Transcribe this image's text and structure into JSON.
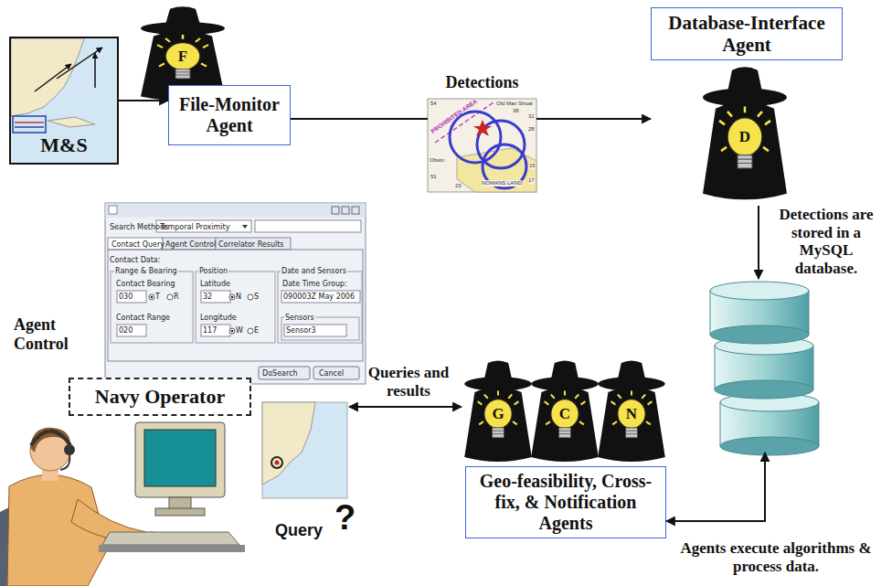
{
  "diagram": {
    "nodes": [
      {
        "text": [
          "M&S"
        ]
      },
      {
        "text": [
          "File-Monitor Agent"
        ]
      },
      {
        "text": [
          "Detections"
        ]
      },
      {
        "text": [
          "Database-Interface Agent"
        ]
      },
      {
        "text": [
          "Detections are stored in a MySQL database."
        ]
      },
      {
        "text": [
          "Search Methods",
          "Temporal Proximity",
          "Contact Query",
          "Agent Control",
          "Correlator Results",
          "Contact Data:",
          "Range & Bearing",
          "Contact Bearing",
          "030",
          "T",
          "R",
          "Contact Range",
          "020",
          "Position",
          "Latitude",
          "32",
          "N",
          "S",
          "Longitude",
          "117",
          "W",
          "E",
          "Date and Sensors",
          "Date Time Group:",
          "090003Z May 2006",
          "Sensors",
          "Sensor3",
          "DoSearch",
          "Cancel"
        ]
      },
      {
        "text": [
          "Navy Operator"
        ]
      },
      {
        "text": [
          "Query"
        ]
      },
      {
        "text": [
          "Geo-feasibility, Cross-fix, & Notification Agents"
        ]
      }
    ],
    "edges": [
      {
        "from": 0,
        "to": 1,
        "arrow": "to"
      },
      {
        "from": 1,
        "to": 2,
        "arrow": "none"
      },
      {
        "from": 2,
        "to": 3,
        "arrow": "to"
      },
      {
        "from": 3,
        "to": 4,
        "arrow": "to"
      },
      {
        "from": 8,
        "to": 4,
        "label": "Agents execute algorithms & process data.",
        "arrow": "both"
      },
      {
        "from": 7,
        "to": 8,
        "label": "Queries and results",
        "arrow": "both"
      }
    ],
    "labels": [
      "F",
      "D",
      "G",
      "C",
      "N",
      "PROHIBITED AREA",
      "Old Man Shoal",
      "NOMANS LAND",
      "Obstn",
      "54",
      "31",
      "28",
      "38",
      "23",
      "51",
      "17",
      "15",
      "Agent Control",
      "?"
    ]
  }
}
